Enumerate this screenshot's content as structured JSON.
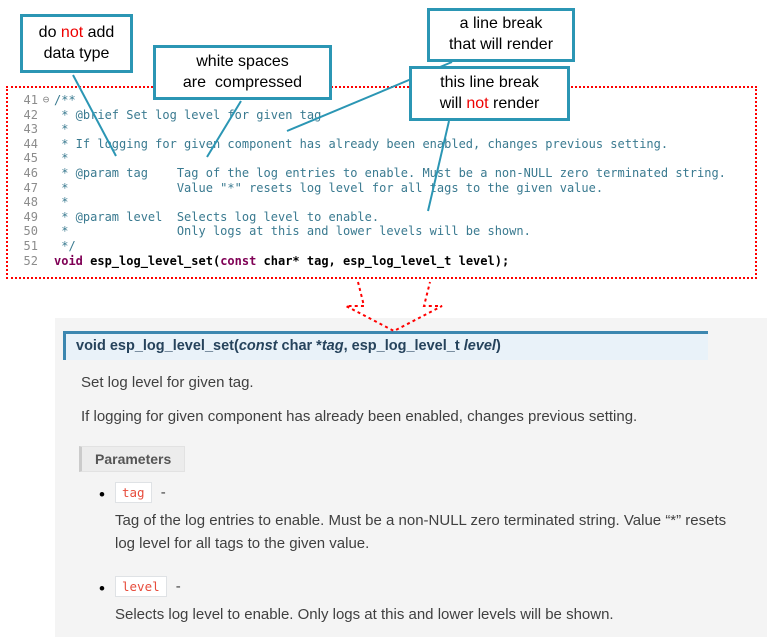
{
  "colors": {
    "callout_border": "#2b96b4",
    "connector": "#2b96b4",
    "dotted_red": "#ff0000",
    "accent_red": "#ee0000",
    "comment": "#3a7a90",
    "keyword": "#7f0055",
    "panel_bg": "#f4f4f4",
    "sig_accent": "#3c87b0",
    "sig_bg": "#e9f2f9",
    "param_red": "#e74c3c"
  },
  "callouts": {
    "no_datatype": {
      "l1a": "do ",
      "l1b": "not",
      "l1c": " add",
      "l2": "data type"
    },
    "whitespace": {
      "l1": "white spaces",
      "l2": "are  compressed"
    },
    "break_render": {
      "l1": "a line break",
      "l2": "that will render"
    },
    "break_norender": {
      "l1": "this line break",
      "l2a": "will ",
      "l2b": "not",
      "l2c": " render"
    }
  },
  "editor": {
    "lines": [
      {
        "n": "41",
        "f": "⊖",
        "segs": [
          {
            "t": "/**",
            "c": "cm"
          }
        ]
      },
      {
        "n": "42",
        "f": "",
        "segs": [
          {
            "t": " * @brief Set log level for given tag",
            "c": "cm"
          }
        ]
      },
      {
        "n": "43",
        "f": "",
        "segs": [
          {
            "t": " *",
            "c": "cm"
          }
        ]
      },
      {
        "n": "44",
        "f": "",
        "segs": [
          {
            "t": " * If logging for given component has already been enabled, changes previous setting.",
            "c": "cm"
          }
        ]
      },
      {
        "n": "45",
        "f": "",
        "segs": [
          {
            "t": " *",
            "c": "cm"
          }
        ]
      },
      {
        "n": "46",
        "f": "",
        "segs": [
          {
            "t": " * @param tag    Tag of the log entries to enable. Must be a non-NULL zero terminated string.",
            "c": "cm"
          }
        ]
      },
      {
        "n": "47",
        "f": "",
        "segs": [
          {
            "t": " *               Value \"*\" resets log level for all tags to the given value.",
            "c": "cm"
          }
        ]
      },
      {
        "n": "48",
        "f": "",
        "segs": [
          {
            "t": " *",
            "c": "cm"
          }
        ]
      },
      {
        "n": "49",
        "f": "",
        "segs": [
          {
            "t": " * @param level  Selects log level to enable.",
            "c": "cm"
          }
        ]
      },
      {
        "n": "50",
        "f": "",
        "segs": [
          {
            "t": " *               Only logs at this and lower levels will be shown.",
            "c": "cm"
          }
        ]
      },
      {
        "n": "51",
        "f": "",
        "segs": [
          {
            "t": " */",
            "c": "cm"
          }
        ]
      },
      {
        "n": "52",
        "f": "",
        "segs": [
          {
            "t": "void",
            "c": "kw"
          },
          {
            "t": " esp_log_level_set(",
            "c": "pl"
          },
          {
            "t": "const",
            "c": "kw"
          },
          {
            "t": " char* tag, esp_log_level_t level);",
            "c": "pl"
          }
        ]
      }
    ]
  },
  "docs": {
    "signature": {
      "segs": [
        {
          "t": "void",
          "c": "b"
        },
        {
          "t": " ",
          "c": "b"
        },
        {
          "t": "esp_log_level_set",
          "c": "b"
        },
        {
          "t": "(",
          "c": "b"
        },
        {
          "t": "const",
          "c": "bi"
        },
        {
          "t": "  char *",
          "c": "b"
        },
        {
          "t": "tag",
          "c": "bi"
        },
        {
          "t": ", ",
          "c": "b"
        },
        {
          "t": "esp_log_level_t ",
          "c": "b"
        },
        {
          "t": "level",
          "c": "bi"
        },
        {
          "t": ")",
          "c": "b"
        }
      ]
    },
    "brief": "Set log level for given tag.",
    "description": "If logging for given component has already been enabled, changes previous setting.",
    "parameters_label": "Parameters",
    "params": [
      {
        "name": "tag",
        "sep": "-",
        "desc": "Tag of the log entries to enable. Must be a non-NULL zero terminated string. Value “*” resets log level for all tags to the given value."
      },
      {
        "name": "level",
        "sep": "-",
        "desc": "Selects log level to enable. Only logs at this and lower levels will be shown."
      }
    ]
  }
}
